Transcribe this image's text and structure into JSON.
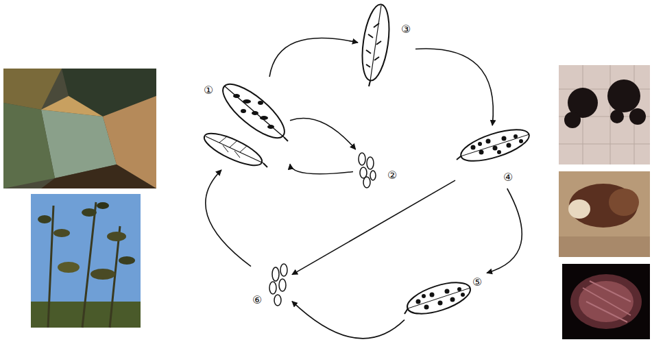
{
  "diagram": {
    "nodes": [
      {
        "text": [
          "①"
        ]
      },
      {
        "text": [
          "②"
        ]
      },
      {
        "text": [
          "③"
        ]
      },
      {
        "text": [
          "④"
        ]
      },
      {
        "text": [
          "⑤"
        ]
      },
      {
        "text": [
          "⑥"
        ]
      }
    ],
    "edges": [
      {
        "from": 0,
        "to": 2,
        "arrow": "to"
      },
      {
        "from": 0,
        "to": 1,
        "arrow": "to"
      },
      {
        "from": 1,
        "to": 0,
        "arrow": "to"
      },
      {
        "from": 2,
        "to": 3,
        "arrow": "to"
      },
      {
        "from": 3,
        "to": 4,
        "arrow": "to"
      },
      {
        "from": 3,
        "to": 5,
        "arrow": "to"
      },
      {
        "from": 4,
        "to": 5,
        "arrow": "to"
      },
      {
        "from": 5,
        "to": 0,
        "arrow": "to"
      }
    ]
  }
}
